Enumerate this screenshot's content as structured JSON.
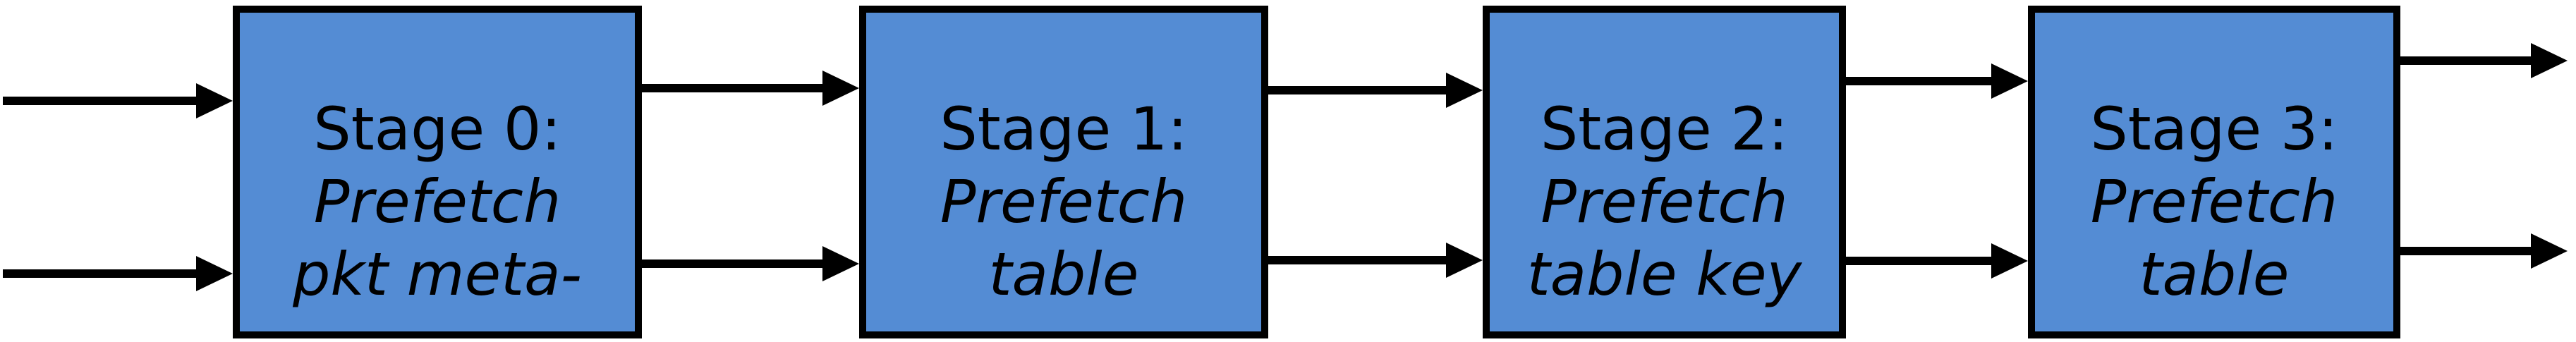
{
  "diagram": {
    "stages": [
      {
        "title": "Stage 0:",
        "subtitle_line1": "Prefetch",
        "subtitle_line2": "pkt meta-"
      },
      {
        "title": "Stage 1:",
        "subtitle_line1": "Prefetch",
        "subtitle_line2": "table"
      },
      {
        "title": "Stage 2:",
        "subtitle_line1": "Prefetch",
        "subtitle_line2": "table key"
      },
      {
        "title": "Stage 3:",
        "subtitle_line1": "Prefetch",
        "subtitle_line2": "table"
      }
    ],
    "icons": {
      "flow_arrow": "→"
    },
    "colors": {
      "background": "#FFFFFF",
      "box_fill": "#548CD4",
      "box_border": "#000000",
      "arrow": "#000000",
      "text": "#000000"
    }
  }
}
